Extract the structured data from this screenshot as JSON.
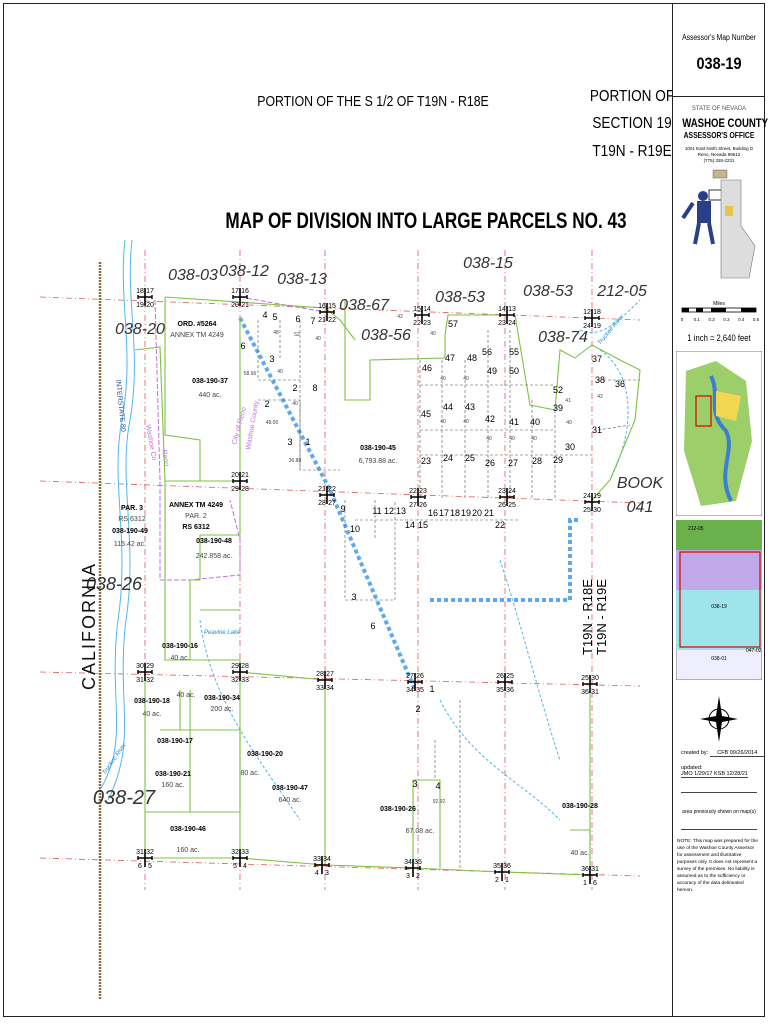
{
  "sidebar": {
    "map_number_label": "Assessor's Map Number",
    "map_number": "038-19",
    "state": "STATE OF NEVADA",
    "county": "WASHOE COUNTY",
    "office": "ASSESSOR'S OFFICE",
    "address": [
      "1001 East Ninth Street, Building D",
      "Reno, Nevada 89512",
      "(775) 328-2231"
    ],
    "scale_title": "Miles",
    "scale_ticks": [
      "0",
      "0.1",
      "0.2",
      "0.3",
      "0.4",
      "0.5"
    ],
    "scale_text": "1 inch = 2,640 feet",
    "locator_labels": [
      "038-19",
      "038-01",
      "047-02",
      "212-05"
    ],
    "created_label": "created by:",
    "created_value": "CFB 09/26/2014",
    "updated_label": "updated:",
    "updated_value": "JMO 1/29/17   KSB 12/28/21",
    "previously_shown": "area previously shown on map(s)",
    "note": "NOTE: This map was prepared for the use of the Washoe County Assessor for assessment and illustrative purposes only. It does not represent a survey of the premises. No liability is assumed as to the sufficiency or accuracy of the data delineated hereon."
  },
  "header": {
    "portion_title": "PORTION OF THE S 1/2 OF T19N - R18E",
    "section_lines": [
      "PORTION OF",
      "SECTION 19",
      "T19N - R19E"
    ],
    "main_title": "MAP OF DIVISION INTO LARGE PARCELS NO. 43"
  },
  "map": {
    "adjacent_maps": [
      "038-03",
      "038-12",
      "038-13",
      "038-67",
      "038-56",
      "038-53",
      "038-15",
      "038-53",
      "212-05",
      "038-74",
      "038-20",
      "038-26",
      "038-27",
      "BOOK",
      "041"
    ],
    "state_label": "CALIFORNIA",
    "township_labels": [
      "T19N - R18E",
      "T19N - R19E"
    ],
    "jurisdiction_labels": [
      "City of Reno",
      "Washoe County",
      "Washoe Co",
      "Reno",
      "INTERSTATE 80"
    ],
    "water_labels": [
      "Truckee River",
      "Peavine Lake",
      "Truckee River"
    ],
    "parcels": [
      {
        "apn": "ORD. #5264",
        "area": "ANNEX TM 4249"
      },
      {
        "apn": "038-190-37",
        "area": "440 ac."
      },
      {
        "apn": "038-190-45",
        "area": "6,793.88 ac."
      },
      {
        "apn": "PAR. 3",
        "area": "RS 6312"
      },
      {
        "apn": "038-190-49",
        "area": "115.42 ac."
      },
      {
        "apn": "ANNEX TM 4249",
        "area": "PAR. 2"
      },
      {
        "apn": "RS 6312",
        "area": ""
      },
      {
        "apn": "038-190-48",
        "area": "242.858 ac."
      },
      {
        "apn": "038-190-16",
        "area": "40 ac."
      },
      {
        "apn": "038-190-18",
        "area": "40 ac."
      },
      {
        "apn": "",
        "area": "40 ac."
      },
      {
        "apn": "038-190-34",
        "area": "200 ac."
      },
      {
        "apn": "038-190-17",
        "area": ""
      },
      {
        "apn": "038-190-20",
        "area": "80 ac."
      },
      {
        "apn": "038-190-21",
        "area": "160 ac."
      },
      {
        "apn": "038-190-47",
        "area": "640 ac."
      },
      {
        "apn": "038-190-46",
        "area": "160 ac."
      },
      {
        "apn": "038-190-26",
        "area": "67.08 ac."
      },
      {
        "apn": "038-190-28",
        "area": "40 ac."
      }
    ],
    "lots": [
      "57",
      "56",
      "55",
      "47",
      "48",
      "49",
      "50",
      "46",
      "45",
      "44",
      "43",
      "42",
      "41",
      "40",
      "52",
      "39",
      "38",
      "37",
      "36",
      "31",
      "30",
      "29",
      "28",
      "27",
      "26",
      "25",
      "24",
      "23",
      "4",
      "5",
      "6",
      "7",
      "6",
      "3",
      "2",
      "8",
      "2",
      "3",
      "1",
      "9",
      "10",
      "11",
      "12",
      "13",
      "14",
      "15",
      "16",
      "17",
      "18",
      "19",
      "20",
      "21",
      "22",
      "3",
      "6",
      "1",
      "2",
      "3",
      "4"
    ],
    "lot_acres": [
      "40",
      "40",
      "40",
      "40",
      "40",
      "40",
      "40",
      "40",
      "41",
      "40",
      "42",
      "42",
      "48",
      "52",
      "40",
      "40",
      "40",
      "48.00",
      "36.80",
      "58.96",
      "92.92"
    ],
    "corners": [
      [
        "18",
        "17",
        "19",
        "20"
      ],
      [
        "17",
        "16",
        "20",
        "21"
      ],
      [
        "16",
        "15",
        "21",
        "22"
      ],
      [
        "15",
        "14",
        "22",
        "23"
      ],
      [
        "14",
        "13",
        "23",
        "24"
      ],
      [
        "12",
        "18",
        "24",
        "19"
      ],
      [
        "20",
        "21",
        "29",
        "28"
      ],
      [
        "21",
        "22",
        "28",
        "27"
      ],
      [
        "22",
        "23",
        "27",
        "26"
      ],
      [
        "23",
        "24",
        "26",
        "25"
      ],
      [
        "24",
        "19",
        "25",
        "30"
      ],
      [
        "30",
        "29",
        "31",
        "32"
      ],
      [
        "29",
        "28",
        "32",
        "33"
      ],
      [
        "28",
        "27",
        "33",
        "34"
      ],
      [
        "27",
        "26",
        "34",
        "35"
      ],
      [
        "26",
        "25",
        "35",
        "36"
      ],
      [
        "25",
        "30",
        "36",
        "31"
      ],
      [
        "31",
        "32",
        "6",
        "5"
      ],
      [
        "32",
        "33",
        "5",
        "4"
      ],
      [
        "33",
        "34",
        "4",
        "3"
      ],
      [
        "34",
        "35",
        "3",
        "2"
      ],
      [
        "35",
        "36",
        "2",
        "1"
      ],
      [
        "36",
        "31",
        "1",
        "6"
      ]
    ],
    "colors": {
      "parcel": "#7cc242",
      "section": "#e05a5a",
      "city": "#c070e0",
      "water": "#4fb8e8",
      "annex": "#5ea8f0"
    }
  }
}
